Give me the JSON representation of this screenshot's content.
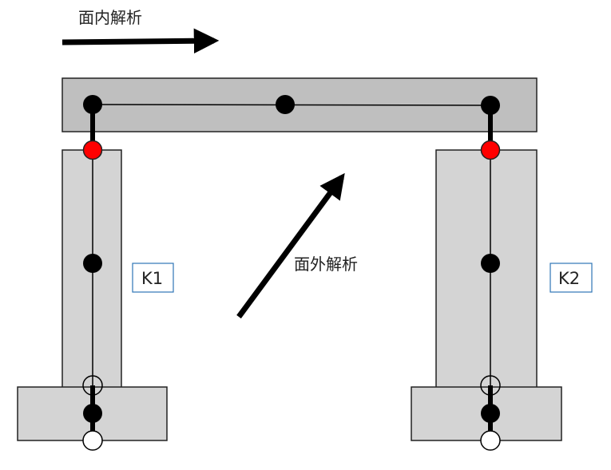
{
  "labels": {
    "in_plane": "面内解析",
    "out_of_plane": "面外解析",
    "column_left": "K1",
    "column_right": "K2"
  },
  "colors": {
    "beam_fill": "#bfbfbf",
    "column_fill": "#d4d4d4",
    "outline": "#222222",
    "rigid_node": "#000000",
    "hinge_node": "#ff0000",
    "open_node": "#ffffff",
    "label_box_border": "#2e75b6"
  }
}
